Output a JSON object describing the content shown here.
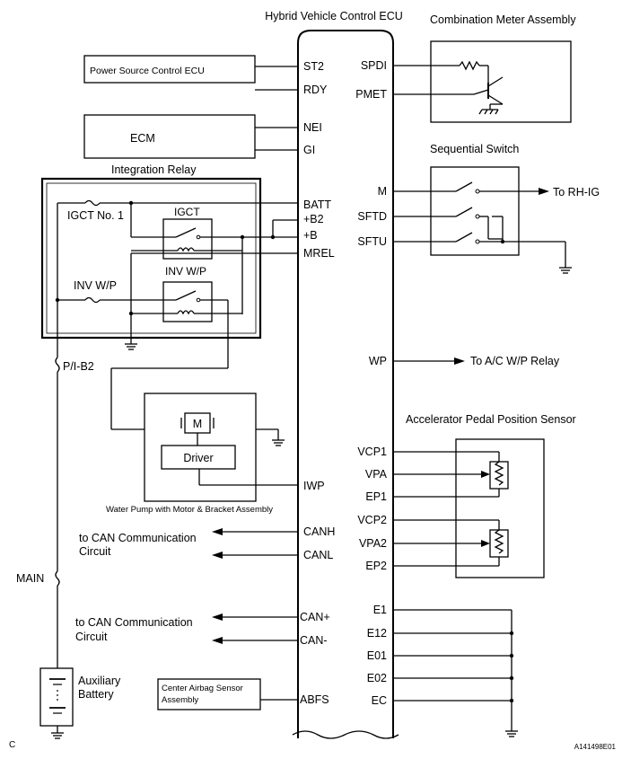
{
  "title": "Hybrid Vehicle Control ECU",
  "ecu_left_pins": [
    "ST2",
    "RDY",
    "NEI",
    "GI",
    "BATT",
    "+B2",
    "+B",
    "MREL",
    "IWP",
    "CANH",
    "CANL",
    "CAN+",
    "CAN-",
    "ABFS"
  ],
  "ecu_right_pins": [
    "SPDI",
    "PMET",
    "M",
    "SFTD",
    "SFTU",
    "WP",
    "VCP1",
    "VPA",
    "EP1",
    "VCP2",
    "VPA2",
    "EP2",
    "E1",
    "E12",
    "E01",
    "E02",
    "EC"
  ],
  "components": {
    "power_source": "Power Source Control ECU",
    "ecm": "ECM",
    "integration_relay": "Integration Relay",
    "igct_fuse": "IGCT No. 1",
    "igct_relay": "IGCT",
    "inv_relay": "INV W/P",
    "inv_fuse": "INV W/P",
    "pib2": "P/I-B2",
    "main_fuse": "MAIN",
    "aux_battery_1": "Auxiliary",
    "aux_battery_2": "Battery",
    "motor": "M",
    "driver": "Driver",
    "water_pump": "Water Pump with Motor & Bracket Assembly",
    "can1_line1": "to CAN Communication",
    "can1_line2": "Circuit",
    "can2_line1": "to CAN Communication",
    "can2_line2": "Circuit",
    "airbag_line1": "Center Airbag Sensor",
    "airbag_line2": "Assembly",
    "combination_meter": "Combination Meter Assembly",
    "sequential_switch": "Sequential Switch",
    "to_rh_ig": "To RH-IG",
    "to_ac_wp": "To A/C W/P Relay",
    "accel_sensor": "Accelerator Pedal Position Sensor"
  },
  "footer": {
    "left": "C",
    "right": "A141498E01"
  }
}
